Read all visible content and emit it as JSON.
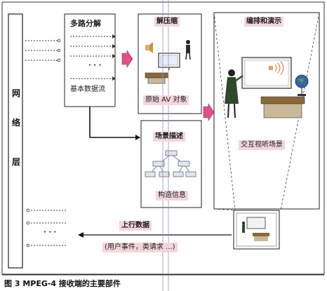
{
  "network_layer": [
    "网",
    "络",
    "层"
  ],
  "demux": {
    "title": "多路分解",
    "subtitle": "基本数据流",
    "dots": "· · ·"
  },
  "decompress": {
    "title": "解压缩",
    "subtitle": "原始 AV 对象"
  },
  "scene": {
    "title": "场景描述",
    "subtitle": "构造信息"
  },
  "compose": {
    "title": "编排和演示",
    "subtitle": "交互视听场景"
  },
  "upstream": {
    "title": "上行数据",
    "subtitle": "(用户事件，类请求 ...)",
    "dots": "· · ·"
  },
  "caption": "图 3    MPEG-4 接收端的主要部件",
  "colors": {
    "arrow_pink": "#e0508a",
    "tag_pink": "#f3d6dc",
    "line": "#222222",
    "guide": "#9a8fd6"
  }
}
